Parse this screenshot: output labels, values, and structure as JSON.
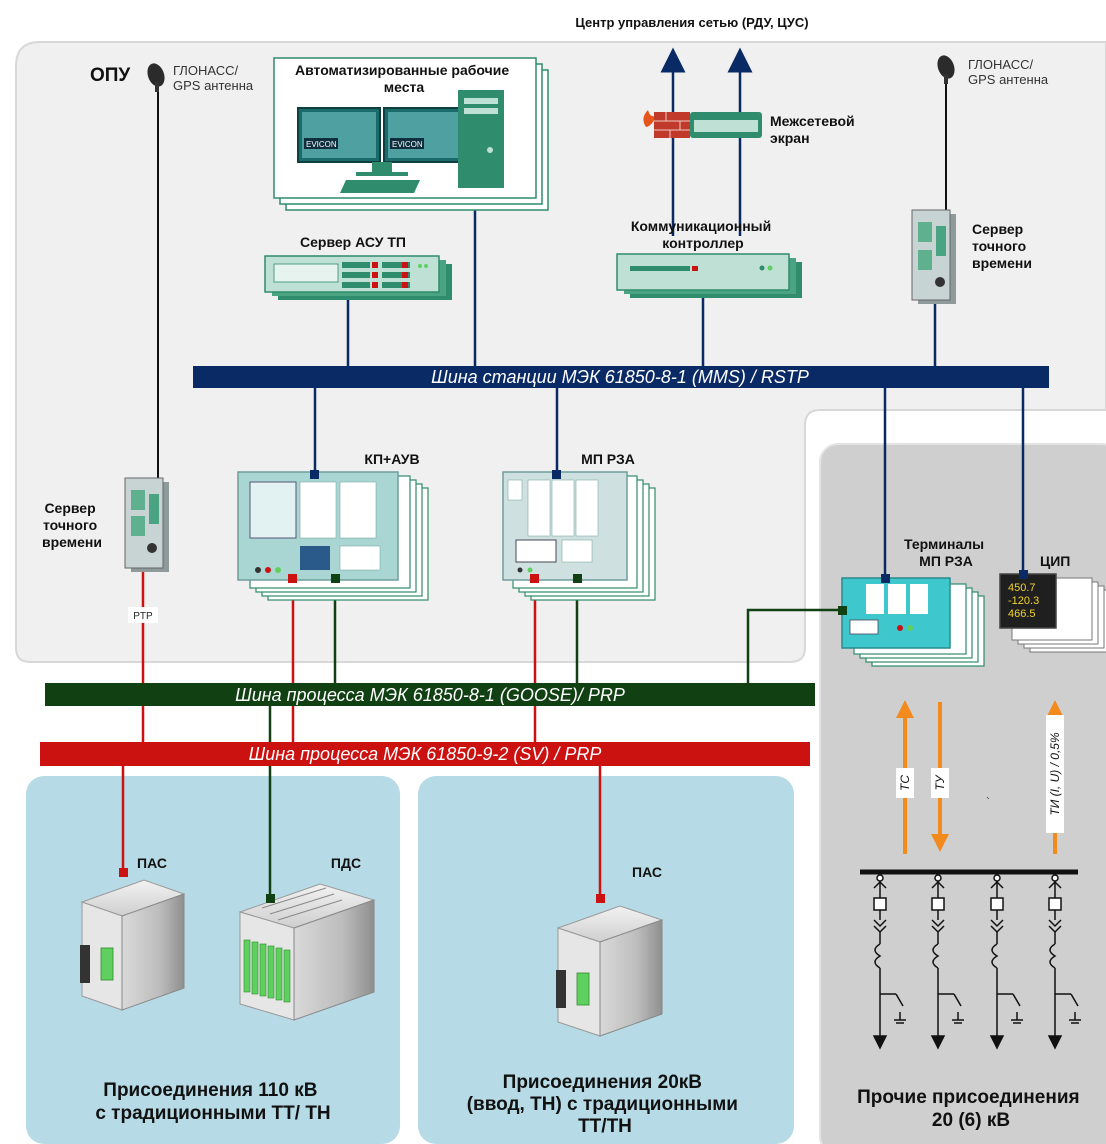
{
  "header": {
    "top_label": "Центр управления сетью (РДУ, ЦУС)"
  },
  "areas": {
    "opu": "ОПУ",
    "zone_110": [
      "Присоединения 110 кВ",
      "с традиционными ТТ/ ТН"
    ],
    "zone_20": [
      "Присоединения 20кВ",
      "(ввод, ТН) с традиционными",
      "ТТ/ТН"
    ],
    "zone_other": [
      "Прочие присоединения",
      "20 (6) кВ"
    ]
  },
  "devices": {
    "antenna_left": [
      "ГЛОНАСС/",
      "GPS антенна"
    ],
    "antenna_right": [
      "ГЛОНАСС/",
      "GPS антенна"
    ],
    "workstations": [
      "Автоматизированные рабочие",
      "места"
    ],
    "screen_brand": "EVICON",
    "firewall": [
      "Межсетевой",
      "экран"
    ],
    "comm_controller": [
      "Коммуникационный",
      "контроллер"
    ],
    "asu_server": "Сервер АСУ ТП",
    "time_server_right": [
      "Сервер",
      "точного",
      "времени"
    ],
    "time_server_left": [
      "Сервер",
      "точного",
      "времени"
    ],
    "kp_auv": "КП+АУВ",
    "mp_rza": "МП РЗА",
    "terminals_rza": [
      "Терминалы",
      "МП РЗА"
    ],
    "cip": "ЦИП",
    "cip_readings": [
      "450.7",
      "-120.3",
      "466.5"
    ],
    "ptp": "PTP",
    "pas_left": "ПАС",
    "pds": "ПДС",
    "pas_mid": "ПАС"
  },
  "buses": {
    "station": "Шина станции МЭК 61850-8-1 (MMS) / RSTP",
    "goose": "Шина процесса МЭК 61850-8-1 (GOOSE)/ PRP",
    "sv": "Шина процесса МЭК 61850-9-2 (SV) / PRP"
  },
  "signals": {
    "ts": "ТС",
    "tu": "ТУ",
    "ti": "ТИ (I, U) / 0,5%"
  },
  "colors": {
    "station_bus": "#0a2a66",
    "goose_bus": "#114013",
    "sv_bus": "#cc1111",
    "zone_blue": "#b7dbe6",
    "zone_gray": "#cfcfcf",
    "signal_arrow": "#f28a1e",
    "device_teal": "#a9d6d2"
  }
}
